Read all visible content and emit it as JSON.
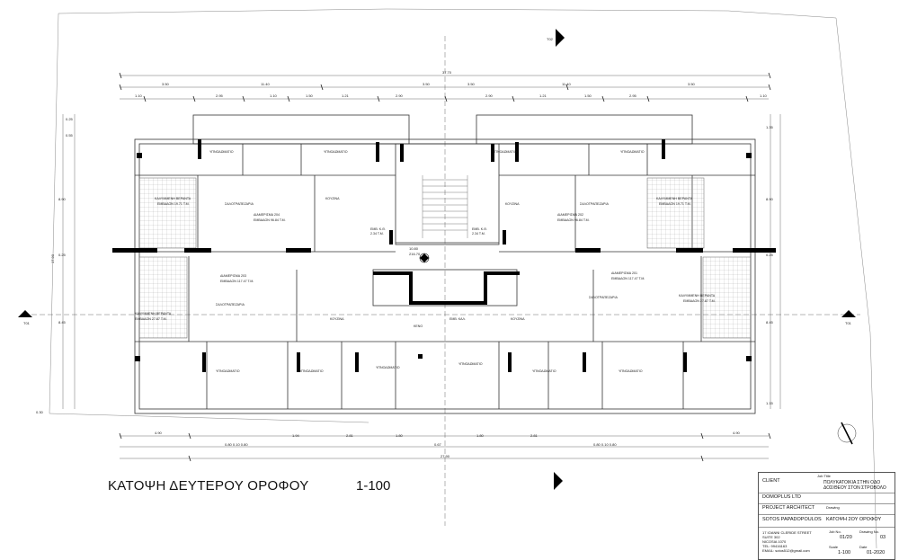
{
  "sheet": {
    "title": "ΚΑΤΟΨΗ ΔΕΥΤΕΡΟΥ ΟΡΟΦΟΥ",
    "scale": "1-100"
  },
  "markers": {
    "top": "T02",
    "left": "T01",
    "right": "T01"
  },
  "dims": {
    "overall_width": "37.70",
    "half_left": "11.40",
    "half_right": "11.40",
    "bottom_total": "27.90",
    "left_total": "17.90",
    "center_a": "10.80",
    "center_b": "216.70"
  },
  "rooms": {
    "bedroom": "ΥΠΝΟΔΩΜΑΤΙΟ",
    "living": "ΣΑΛΟΤΡΑΠΕΖΑΡΙΑ",
    "kitchen": "ΚΟΥΖΙΝΑ",
    "veranda": "ΚΑΛΥΜΜΕΝΗ ΒΕΡΑΝΤΑ",
    "void": "ΚΕΝΟ",
    "corridor": "ΕΜΒ. ΚΑΛ.",
    "apt204": "ΔΙΑΜΕΡΙΣΜΑ 204",
    "apt202": "ΔΙΑΜΕΡΙΣΜΑ 202",
    "apt203": "ΔΙΑΜΕΡΙΣΜΑ 203",
    "apt201": "ΔΙΑΜΕΡΙΣΜΑ 201",
    "area_204": "ΕΜΒΑΔΟΝ 96.84 Τ.Μ.",
    "area_202": "ΕΜΒΑΔΟΝ 96.84 Τ.Μ.",
    "area_203": "ΕΜΒΑΔΟΝ 117.47 Τ.Μ.",
    "area_201": "ΕΜΒΑΔΟΝ 117.47 Τ.Μ.",
    "ver_top": "ΕΜΒΑΔΟΝ 19.71 Τ.Μ.",
    "ver_bottom": "ΕΜΒΑΔΟΝ 27.87 Τ.Μ.",
    "lift_a": "ΕΜΒ. Κ.Θ.",
    "lift_b": "2.34 Τ.Μ."
  },
  "title_block": {
    "client_label": "CLIENT",
    "client": "DOMOPLUS LTD",
    "job_title_label": "Job Title",
    "job_title_1": "ΠΟΛΥΚΑΤΟΙΚΙΑ ΣΤΗΝ ΟΔΟ",
    "job_title_2": "ΔΟΣΙΘΕΟΥ ΣΤΟΝ ΣΤΡΟΒΟΛΟ",
    "architect_label": "PROJECT ARCHITECT",
    "architect": "SOTOS PAPADOPOULOS",
    "drawing_label": "Drawing",
    "drawing": "ΚΑΤΟΨΗ 2ΟΥ ΟΡΟΦΟΥ",
    "addr1": "17 IOANNI CLERIDE STREET",
    "addr2": "SUITE 302",
    "addr3": "NICOSIA 1070",
    "addr4": "TEL: 99416163",
    "addr5": "EMAIL: sotos512@gmail.com",
    "job_no_label": "Job No.",
    "job_no": "01/20",
    "drawing_no_label": "Drawing No.",
    "drawing_no": "03",
    "scale_label": "Scale",
    "scale": "1-100",
    "date_label": "Date",
    "date": "01-2020"
  }
}
